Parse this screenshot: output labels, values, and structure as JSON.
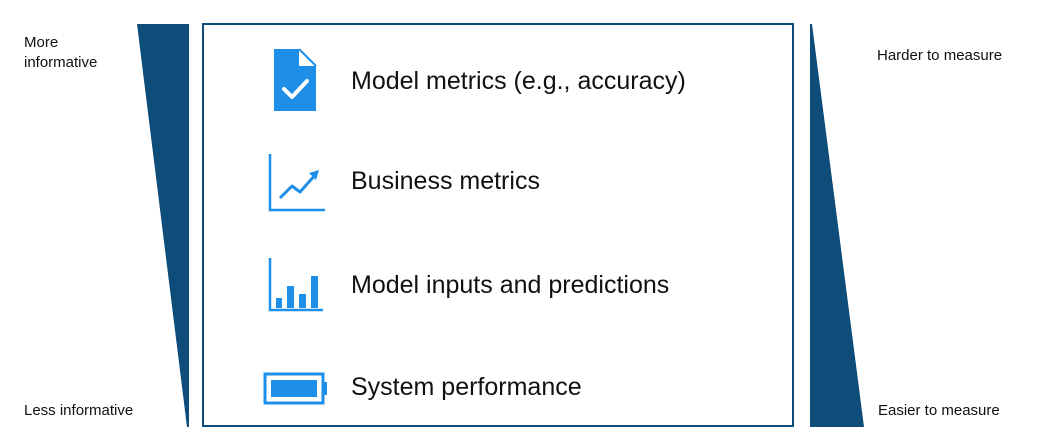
{
  "left_scale": {
    "top_label": "More informative",
    "bottom_label": "Less informative"
  },
  "right_scale": {
    "top_label": "Harder to measure",
    "bottom_label": "Easier to measure"
  },
  "items": [
    {
      "label": "Model metrics (e.g., accuracy)",
      "icon": "document-check-icon"
    },
    {
      "label": "Business metrics",
      "icon": "line-chart-icon"
    },
    {
      "label": "Model inputs and predictions",
      "icon": "bar-chart-icon"
    },
    {
      "label": "System performance",
      "icon": "battery-icon"
    }
  ],
  "colors": {
    "wedge": "#0e4c7a",
    "box_border": "#0e4c7a",
    "icon": "#1e8fe8"
  }
}
